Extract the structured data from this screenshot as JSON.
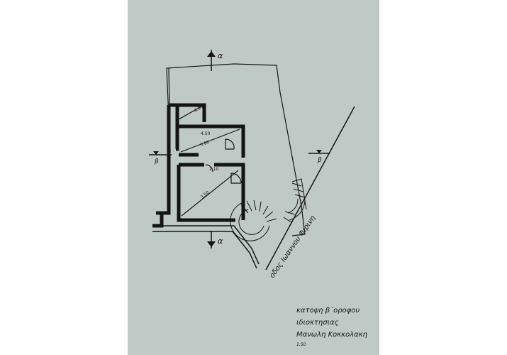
{
  "drawing": {
    "street_label": "οδος Ιωαννου Φιρινη",
    "section_marks": {
      "a_top": "α",
      "a_bottom": "α",
      "b_left": "β",
      "b_right": "β"
    },
    "dimensions": [
      "4.00",
      "4.50",
      "3.00",
      "2.10",
      "3.50"
    ],
    "title_block": {
      "line1": "κατοψη β΄οροφου",
      "line2": "ιδιοκτησιας",
      "line3": "Μανωλη Κοκκολακη",
      "scale": "1:50"
    }
  },
  "colors": {
    "paper": "#bfcac7",
    "ink": "#141414",
    "margin": "#ffffff"
  }
}
